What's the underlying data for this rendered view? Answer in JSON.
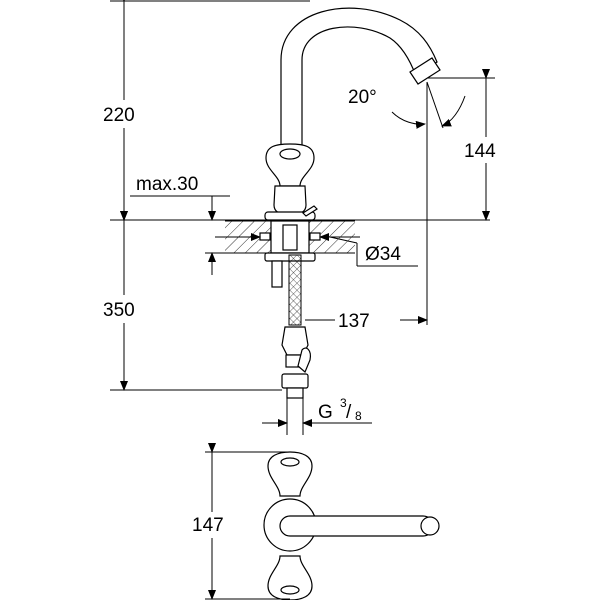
{
  "dimensions": {
    "height_spout": "220",
    "max_thickness": "max.30",
    "angle": "20°",
    "spout_height": "144",
    "diameter": "Ø34",
    "hose_length": "350",
    "reach": "137",
    "thread_main": "G",
    "thread_num": "3",
    "thread_slash": "/",
    "thread_den": "8",
    "top_view_length": "147"
  },
  "colors": {
    "line": "#000000",
    "background": "#ffffff"
  }
}
